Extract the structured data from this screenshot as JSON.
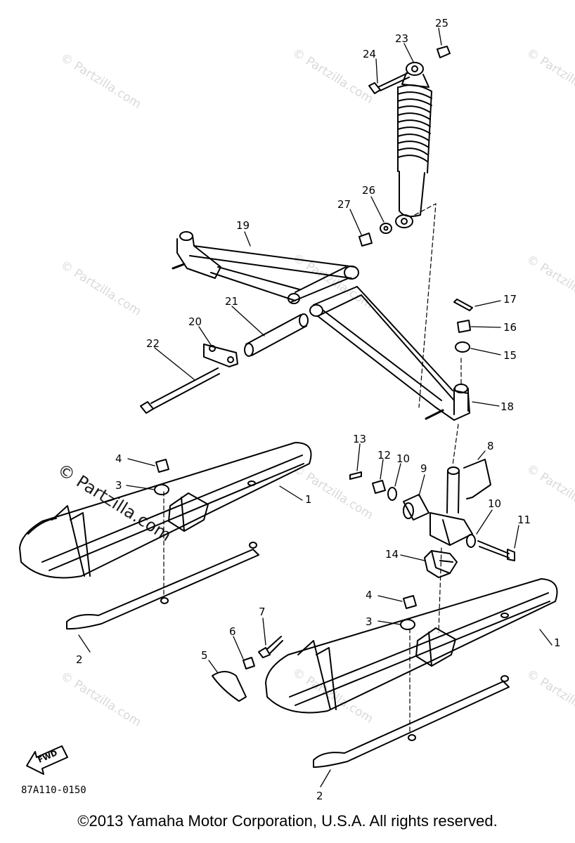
{
  "callouts": {
    "c1a": "1",
    "c1b": "1",
    "c2a": "2",
    "c2b": "2",
    "c3a": "3",
    "c3b": "3",
    "c4a": "4",
    "c4b": "4",
    "c5": "5",
    "c6": "6",
    "c7": "7",
    "c8": "8",
    "c9": "9",
    "c10a": "10",
    "c10b": "10",
    "c11": "11",
    "c12": "12",
    "c13": "13",
    "c14": "14",
    "c15": "15",
    "c16": "16",
    "c17": "17",
    "c18": "18",
    "c19": "19",
    "c20": "20",
    "c21": "21",
    "c22": "22",
    "c23": "23",
    "c24": "24",
    "c25": "25",
    "c26": "26",
    "c27": "27"
  },
  "watermark": {
    "symbol": "©",
    "text": "Partzilla.com",
    "big": "© Partzilla.com"
  },
  "fwd_label": "FWD",
  "diagram_code": "87A110-0150",
  "copyright": "©2013 Yamaha Motor Corporation, U.S.A. All rights reserved."
}
